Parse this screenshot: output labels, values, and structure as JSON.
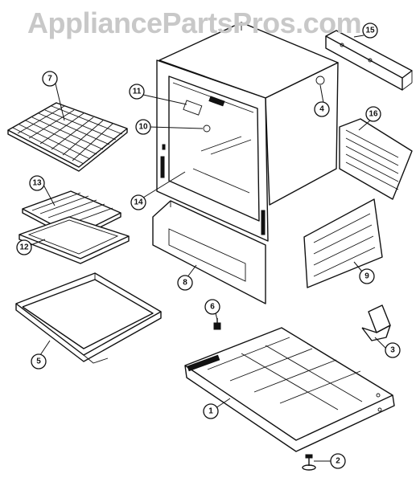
{
  "watermark": "AppliancePartsPros.com",
  "callouts": [
    "1",
    "2",
    "3",
    "4",
    "5",
    "6",
    "7",
    "8",
    "9",
    "10",
    "11",
    "12",
    "13",
    "14",
    "15",
    "16"
  ]
}
